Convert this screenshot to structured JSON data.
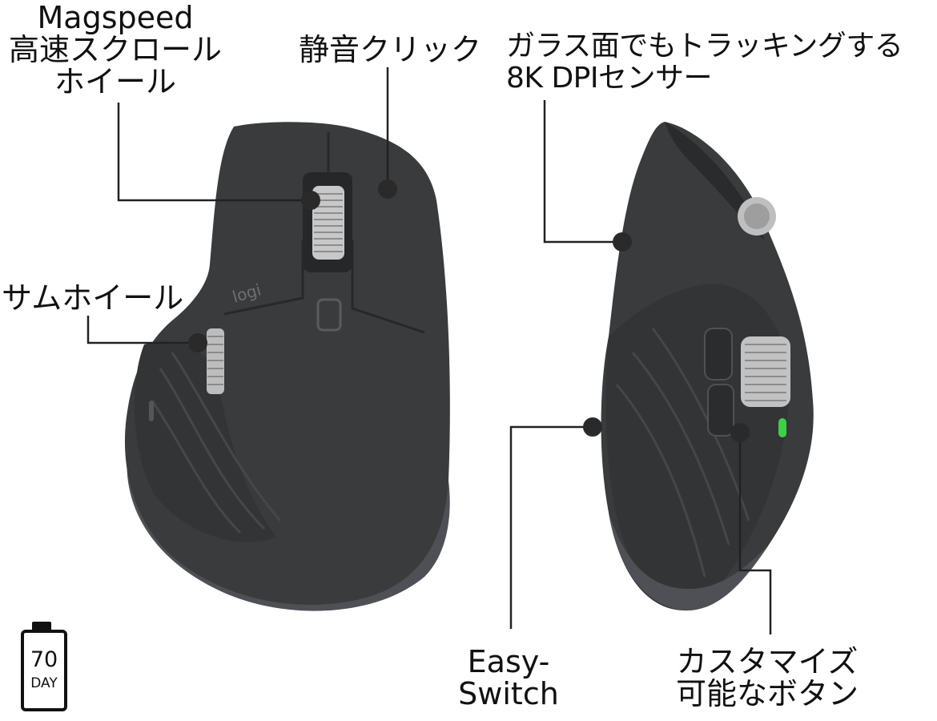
{
  "labels": {
    "scroll_wheel_line1": "Magspeed",
    "scroll_wheel_line2": "高速スクロール",
    "scroll_wheel_line3": "ホイール",
    "quiet_click": "静音クリック",
    "sensor_line1": "ガラス面でもトラッキングする",
    "sensor_line2": "8K DPIセンサー",
    "thumb_wheel": "サムホイール",
    "easy_switch_line1": "Easy-",
    "easy_switch_line2": "Switch",
    "custom_buttons_line1": "カスタマイズ",
    "custom_buttons_line2": "可能なボタン"
  },
  "brand": {
    "logo": "logi"
  },
  "battery": {
    "value": "70",
    "unit": "DAY"
  },
  "colors": {
    "mouse_body": "#3a3b3d",
    "mouse_dark": "#2b2c2e",
    "mouse_edge": "#55565a",
    "metal": "#bdbdbd",
    "led": "#3fd04a",
    "callout_dot": "#2a2a2a"
  }
}
